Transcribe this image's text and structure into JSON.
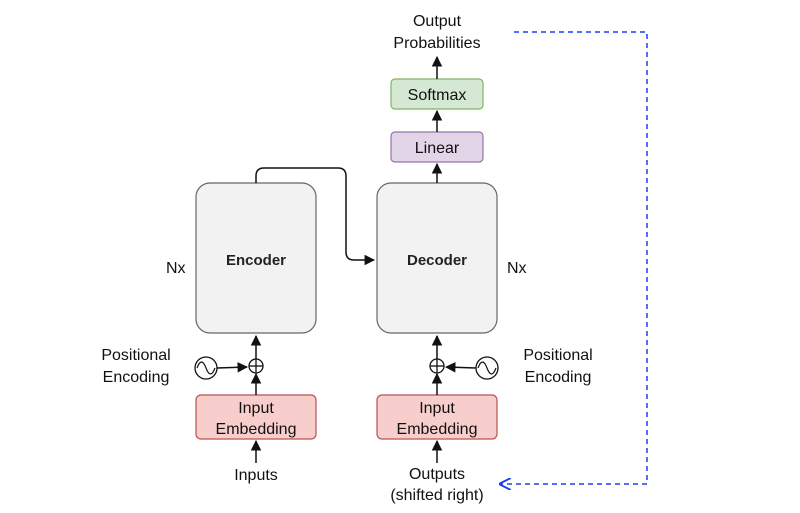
{
  "encoder": {
    "label": "Encoder",
    "repeat": "Nx",
    "embedding": {
      "line1": "Input",
      "line2": "Embedding"
    },
    "positional": {
      "line1": "Positional",
      "line2": "Encoding"
    },
    "input_label": "Inputs"
  },
  "decoder": {
    "label": "Decoder",
    "repeat": "Nx",
    "embedding": {
      "line1": "Input",
      "line2": "Embedding"
    },
    "positional": {
      "line1": "Positional",
      "line2": "Encoding"
    },
    "input_label": {
      "line1": "Outputs",
      "line2": "(shifted right)"
    }
  },
  "head": {
    "linear": "Linear",
    "softmax": "Softmax",
    "output": {
      "line1": "Output",
      "line2": "Probabilities"
    }
  },
  "colors": {
    "encoder_fill": "#f2f2f2",
    "encoder_stroke": "#666666",
    "embedding_fill": "#f8cecc",
    "embedding_stroke": "#b85450",
    "linear_fill": "#e1d5e7",
    "linear_stroke": "#9673a6",
    "softmax_fill": "#d5e8d4",
    "softmax_stroke": "#82b366",
    "feedback_line": "#1f3ef0",
    "line": "#111111"
  }
}
